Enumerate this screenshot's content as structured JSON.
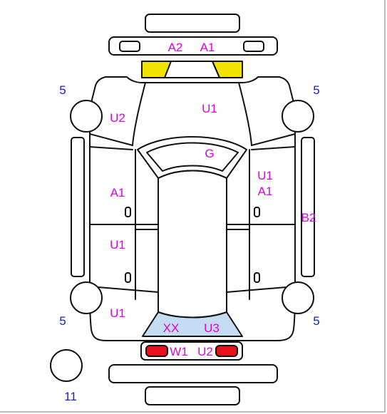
{
  "colors": {
    "outline": "#111111",
    "label": "#e000e0",
    "count": "#1a1acc",
    "yellow": "#f2e200",
    "red": "#e8101a",
    "glass_blue": "#c5dcf5",
    "background": "#ffffff"
  },
  "labels": {
    "front_bumper_left": "A2",
    "front_bumper_right": "A1",
    "hood": "U1",
    "left_front_fender": "U2",
    "windshield": "G",
    "left_front_door": "A1",
    "right_front_door_1": "U1",
    "right_front_door_2": "A1",
    "right_sill": "B2",
    "left_rear_door": "U1",
    "left_rear_fender": "U1",
    "rear_glass_left": "XX",
    "rear_glass_right": "U3",
    "rear_lamp_left": "W1",
    "rear_lamp_right": "U2"
  },
  "wheel_counts": {
    "front_left": "5",
    "front_right": "5",
    "rear_left": "5",
    "rear_right": "5",
    "spare": "11"
  }
}
